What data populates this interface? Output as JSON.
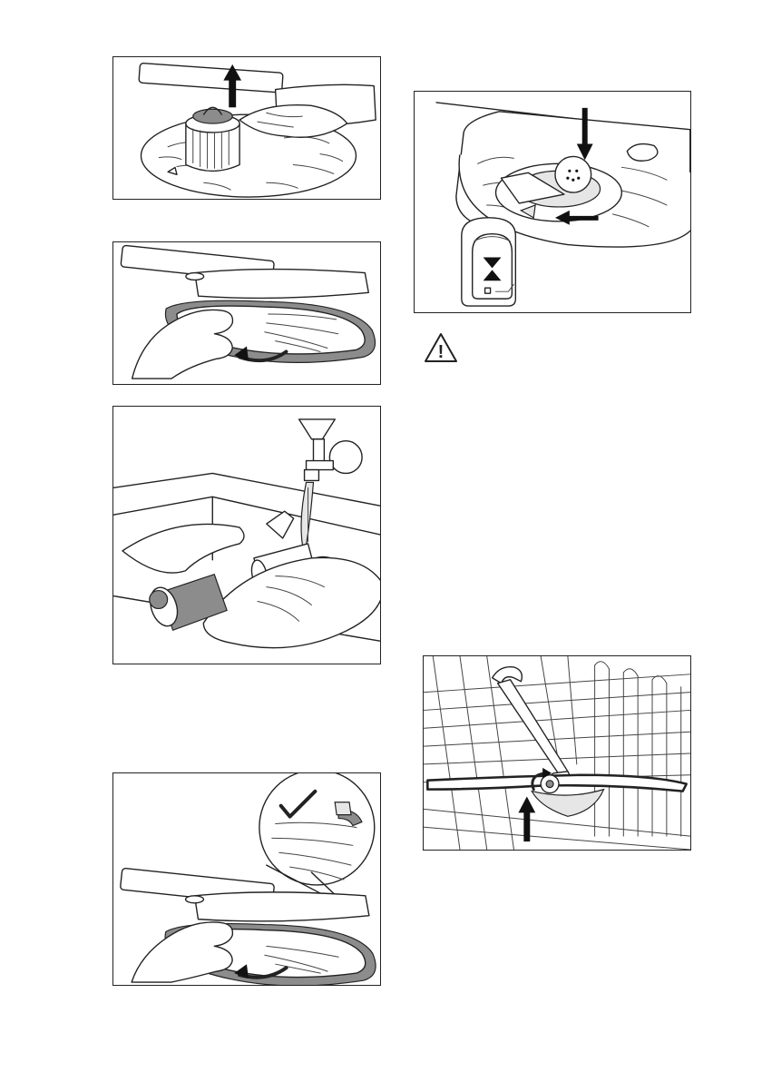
{
  "page": {
    "illustrations": [
      {
        "id": "remove-filter-a",
        "icon": "filter-lift-illustration"
      },
      {
        "id": "rotate-filter-c",
        "icon": "flat-filter-rotate-illustration"
      },
      {
        "id": "rinse-filters",
        "icon": "filter-rinse-illustration"
      },
      {
        "id": "refit-filter-check",
        "icon": "flat-filter-check-illustration"
      },
      {
        "id": "lock-filter",
        "icon": "filter-lock-illustration"
      },
      {
        "id": "spray-arm-remove",
        "icon": "spray-arm-illustration"
      }
    ],
    "warning": {
      "icon": "warning-triangle-icon",
      "symbol": "!"
    },
    "colors": {
      "line": "#222222",
      "fill_gray": "#8c8c8c",
      "paper": "#ffffff"
    }
  }
}
